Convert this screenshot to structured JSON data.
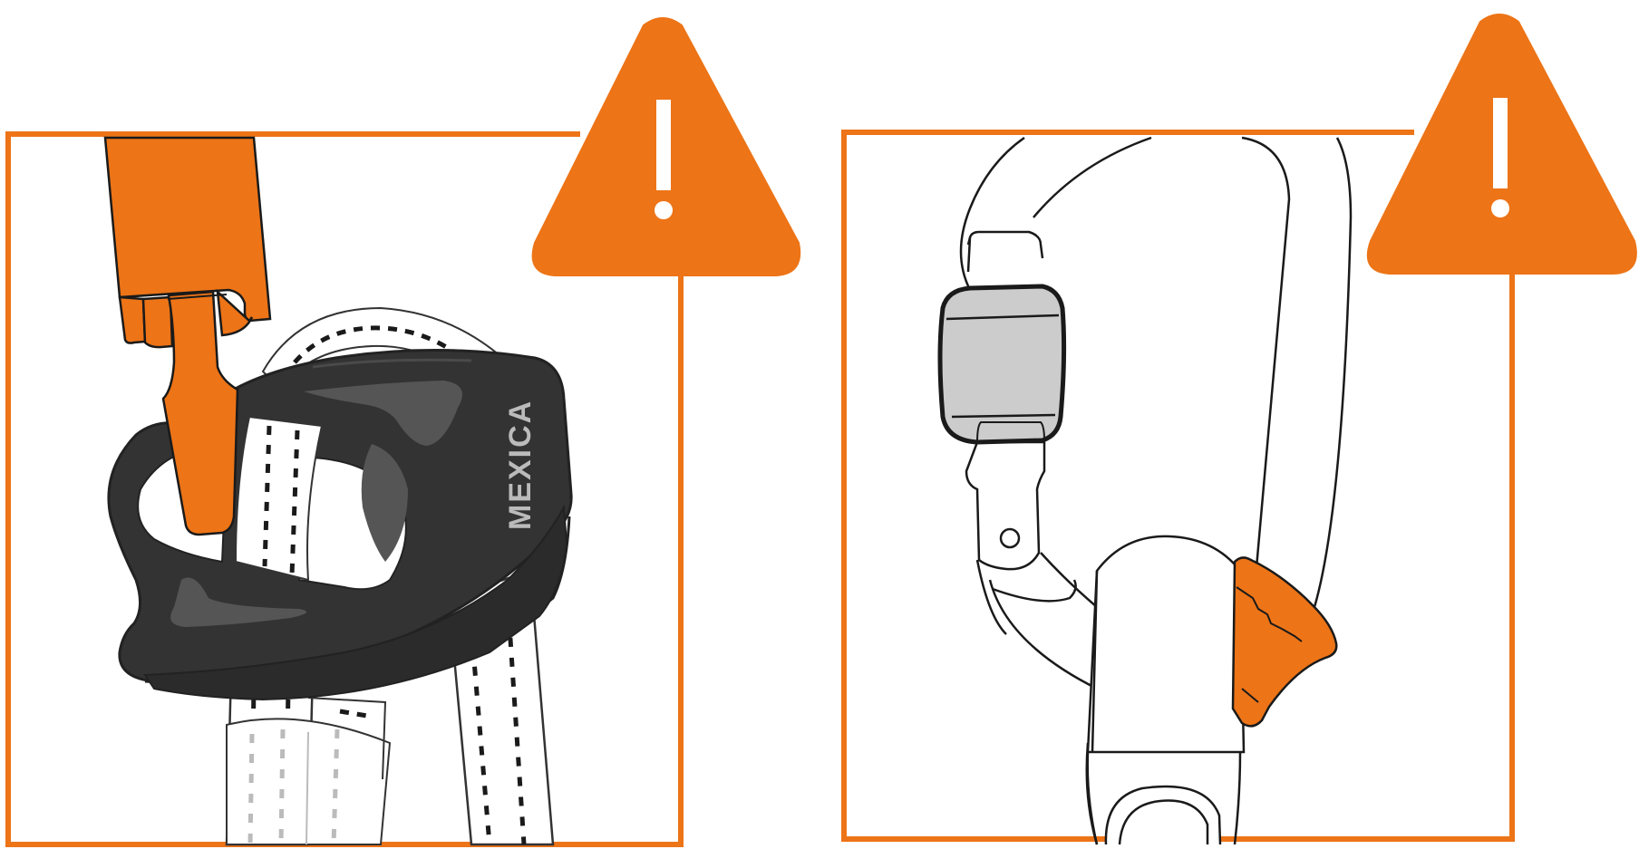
{
  "panels": [
    {
      "id": "left",
      "warning_symbol": "!",
      "brand_label": "MEXICA"
    },
    {
      "id": "right",
      "warning_symbol": "!"
    }
  ],
  "colors": {
    "accent": "#ED7417",
    "device_dark": "#333333",
    "device_shade": "#555555",
    "outline": "#1a1a1a",
    "gray_fill": "#CCCCCC",
    "white": "#FFFFFF"
  },
  "icons": [
    "warning-triangle-icon",
    "exclamation-icon"
  ]
}
